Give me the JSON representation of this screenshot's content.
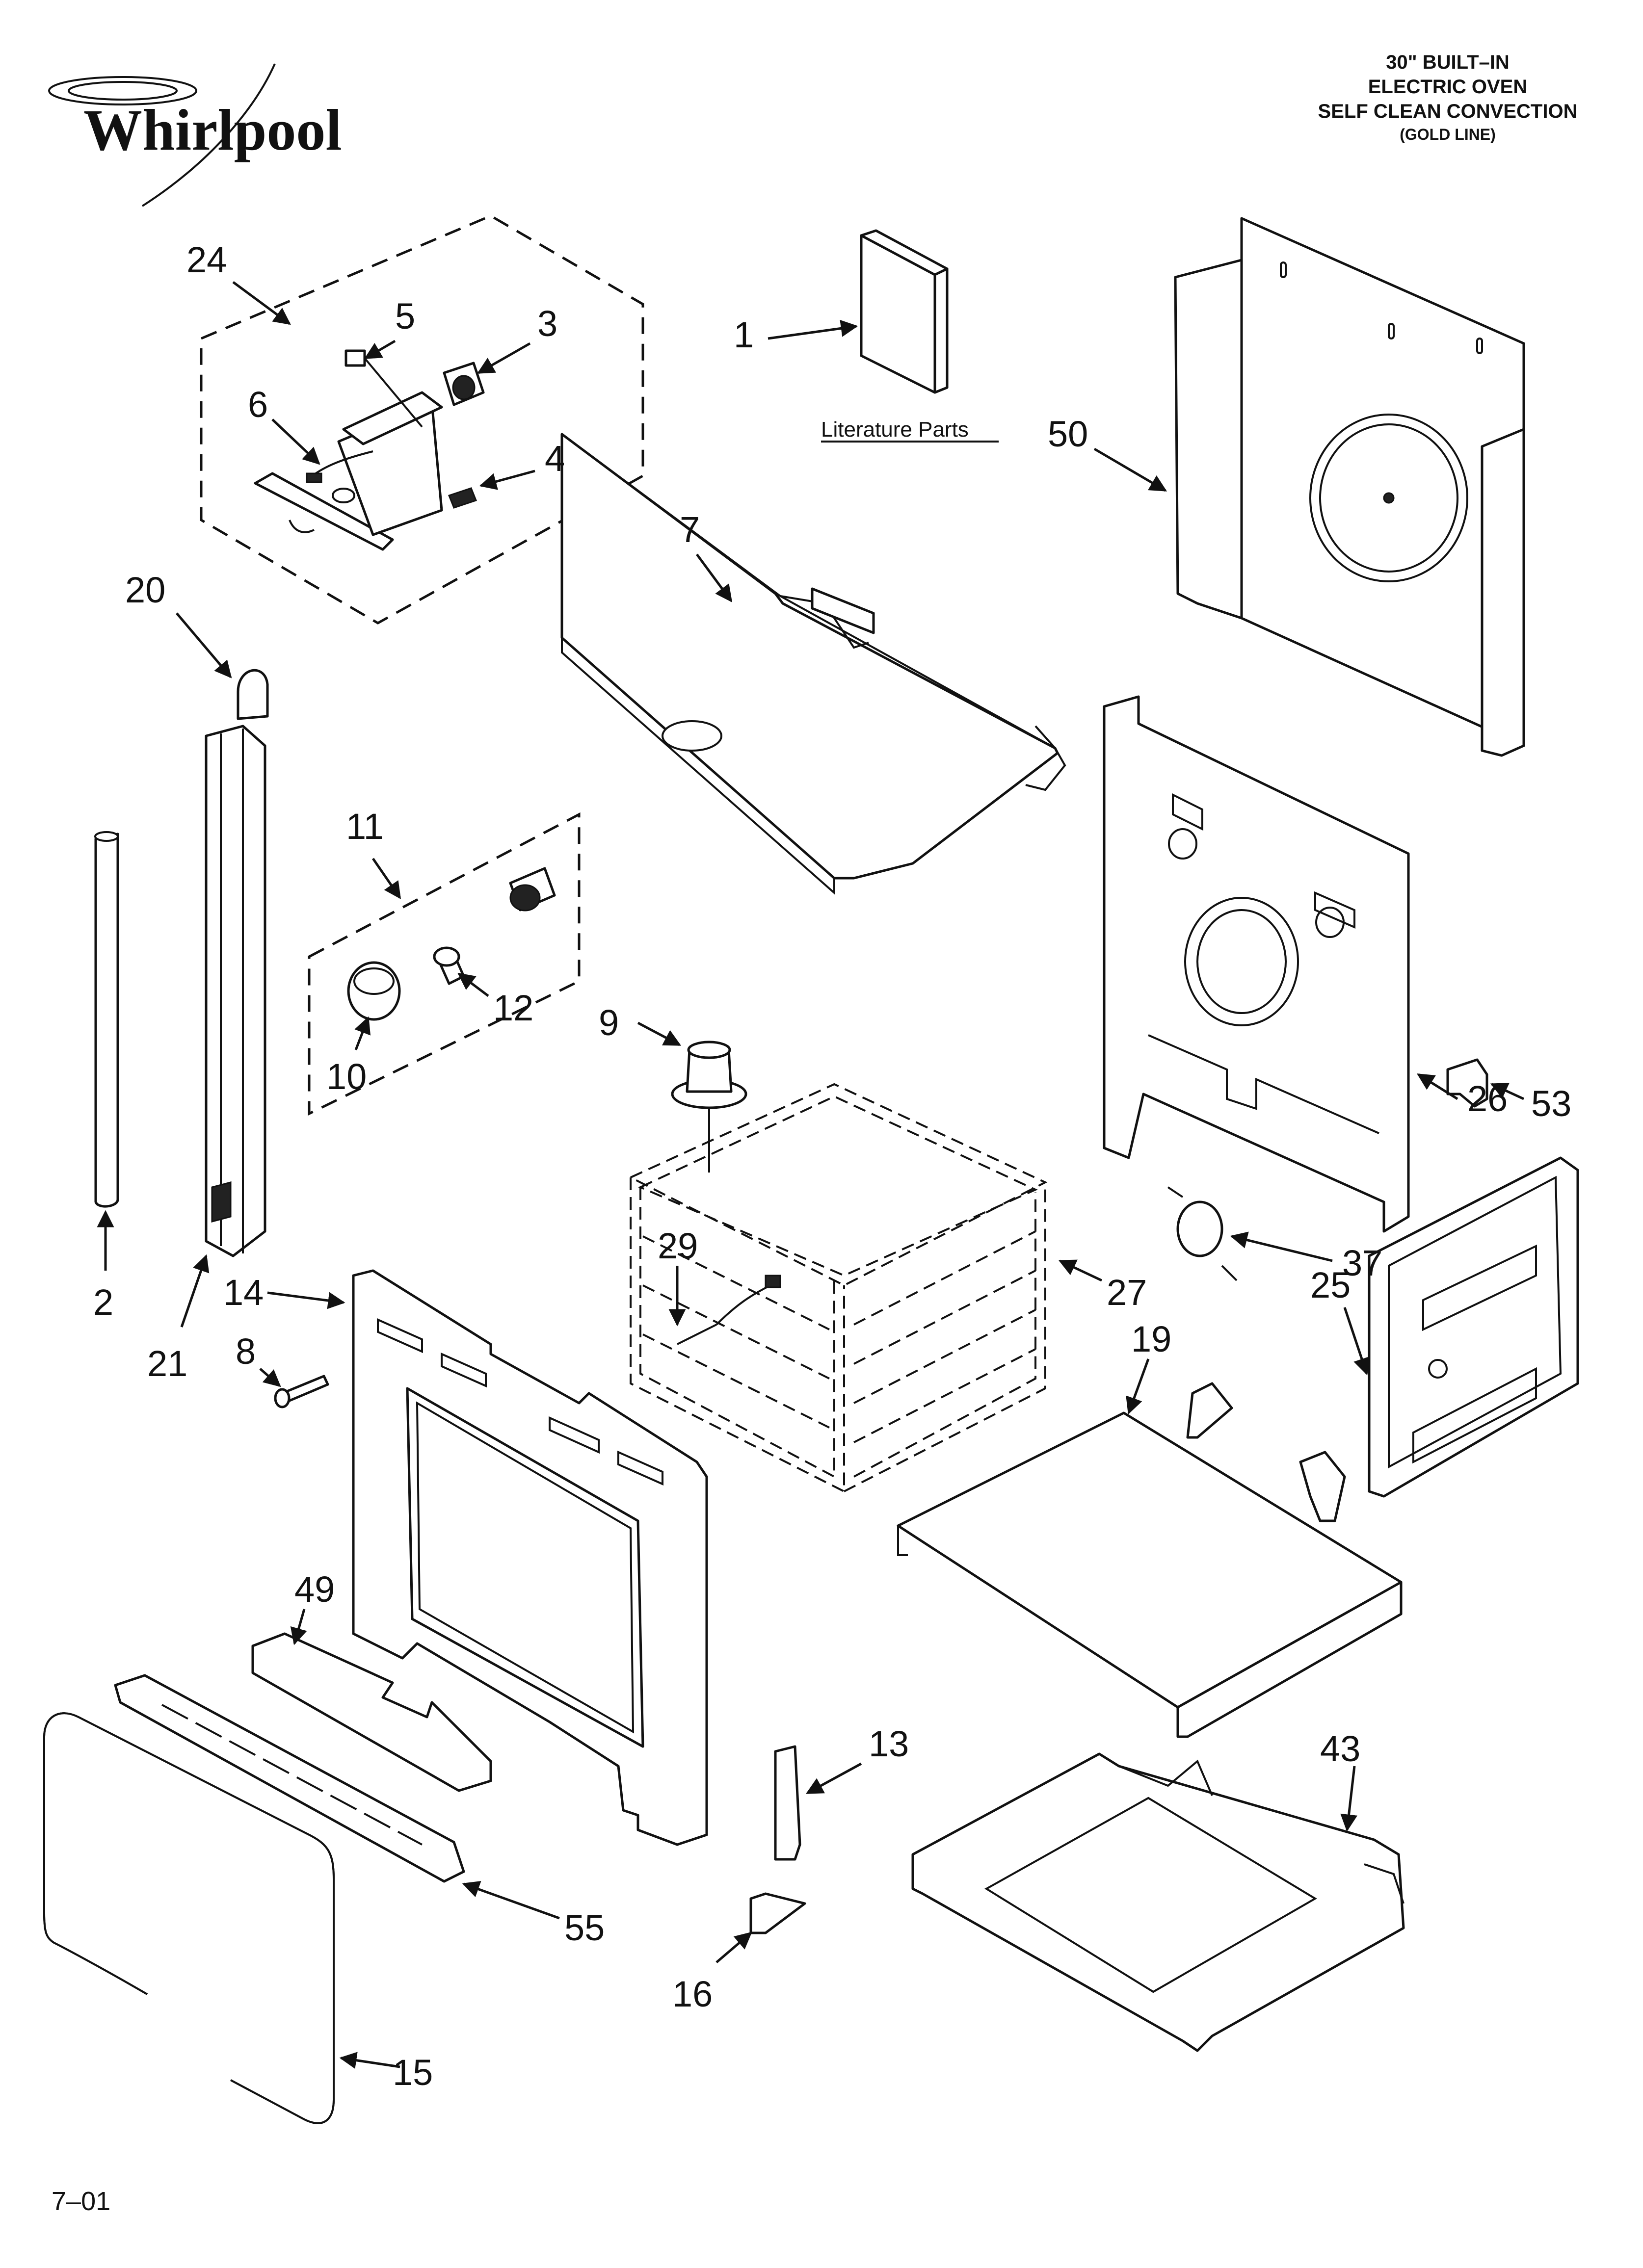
{
  "brand": {
    "name": "Whirlpool"
  },
  "header": {
    "line1": "30\" BUILT–IN",
    "line2": "ELECTRIC OVEN",
    "line3": "SELF CLEAN CONVECTION",
    "line4": "(GOLD LINE)"
  },
  "literature_label": "Literature Parts",
  "footer_code": "7–01",
  "callouts": {
    "c1": "1",
    "c2": "2",
    "c3": "3",
    "c4": "4",
    "c5": "5",
    "c6": "6",
    "c7": "7",
    "c8": "8",
    "c9": "9",
    "c10": "10",
    "c11": "11",
    "c12": "12",
    "c13": "13",
    "c14": "14",
    "c15": "15",
    "c16": "16",
    "c19": "19",
    "c20": "20",
    "c21": "21",
    "c24": "24",
    "c25": "25",
    "c26": "26",
    "c27": "27",
    "c29": "29",
    "c37": "37",
    "c43": "43",
    "c49": "49",
    "c50": "50",
    "c53": "53",
    "c55": "55"
  },
  "colors": {
    "line": "#111111",
    "background": "#ffffff"
  }
}
